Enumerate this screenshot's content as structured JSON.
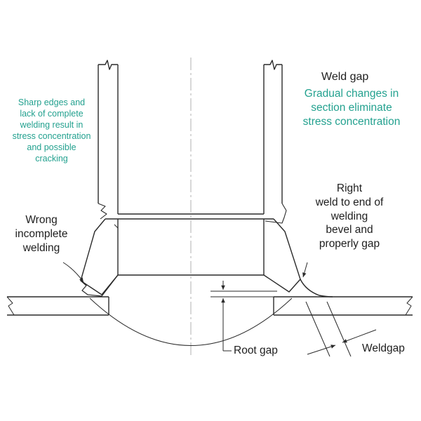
{
  "colors": {
    "line": "#2a2a2a",
    "centerline": "#b0b0b0",
    "annotation_teal": "#23a18f",
    "text": "#1e1e1e",
    "background": "#ffffff"
  },
  "labels": {
    "left_note": [
      "Sharp edges and",
      "lack of complete",
      "welding result in",
      "stress concentration",
      "and possible",
      "cracking"
    ],
    "wrong_weld": [
      "Wrong",
      "incomplete",
      "welding"
    ],
    "weld_gap_top": "Weld gap",
    "gradual_note": [
      "Gradual changes in",
      "section eliminate",
      "stress concentration"
    ],
    "right_weld": [
      "Right",
      "weld to end of",
      "welding",
      "bevel and",
      "properly gap"
    ],
    "root_gap": "Root gap",
    "weld_gap_bottom": "Weldgap"
  }
}
